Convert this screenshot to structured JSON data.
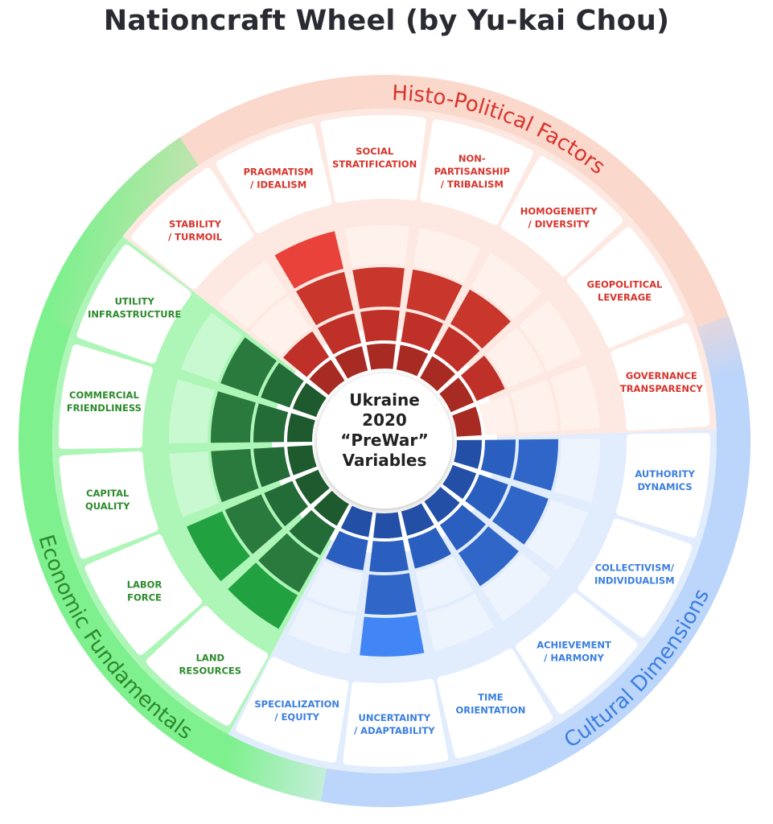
{
  "title": "Nationcraft Wheel (by Yu-kai Chou)",
  "center": {
    "lines": [
      "Ukraine",
      "2020",
      "“PreWar”",
      "Variables"
    ]
  },
  "colors": {
    "histo_text": "#d8342b",
    "economic_text": "#2c8a2c",
    "cultural_text": "#3b7fe0",
    "histo_band": "#fbd8cc",
    "economic_band": "#7ff08e",
    "cultural_band": "#bcd5fb"
  },
  "groups": [
    {
      "name": "Histo-Political Factors",
      "key": "histo",
      "factors": [
        {
          "label": [
            "STABILITY",
            "/ TURMOIL"
          ],
          "level": 2
        },
        {
          "label": [
            "PRAGMATISM",
            "/ IDEALISM"
          ],
          "level": 4
        },
        {
          "label": [
            "SOCIAL",
            "STRATIFICATION"
          ],
          "level": 3
        },
        {
          "label": [
            "NON-",
            "PARTISANSHIP",
            "/ TRIBALISM"
          ],
          "level": 3
        },
        {
          "label": [
            "HOMOGENEITY",
            "/ DIVERSITY"
          ],
          "level": 3
        },
        {
          "label": [
            "GEOPOLITICAL",
            "LEVERAGE"
          ],
          "level": 2
        },
        {
          "label": [
            "GOVERNANCE",
            "TRANSPARENCY"
          ],
          "level": 1
        }
      ]
    },
    {
      "name": "Cultural Dimensions",
      "key": "cultural",
      "factors": [
        {
          "label": [
            "AUTHORITY",
            "DYNAMICS"
          ],
          "level": 3
        },
        {
          "label": [
            "COLLECTIVISM/",
            "INDIVIDUALISM"
          ],
          "level": 3
        },
        {
          "label": [
            "ACHIEVEMENT",
            "/ HARMONY"
          ],
          "level": 3
        },
        {
          "label": [
            "TIME",
            "ORIENTATION"
          ],
          "level": 2
        },
        {
          "label": [
            "UNCERTAINTY",
            "/ ADAPTABILITY"
          ],
          "level": 4
        },
        {
          "label": [
            "SPECIALIZATION",
            "/ EQUITY"
          ],
          "level": 2
        }
      ]
    },
    {
      "name": "Economic Fundamentals",
      "key": "economic",
      "factors": [
        {
          "label": [
            "LAND",
            "RESOURCES"
          ],
          "level": 4
        },
        {
          "label": [
            "LABOR",
            "FORCE"
          ],
          "level": 4
        },
        {
          "label": [
            "CAPITAL",
            "QUALITY"
          ],
          "level": 3
        },
        {
          "label": [
            "COMMERCIAL",
            "FRIENDLINESS"
          ],
          "level": 3
        },
        {
          "label": [
            "UTILITY",
            "INFRASTRUCTURE"
          ],
          "level": 3
        }
      ]
    }
  ]
}
